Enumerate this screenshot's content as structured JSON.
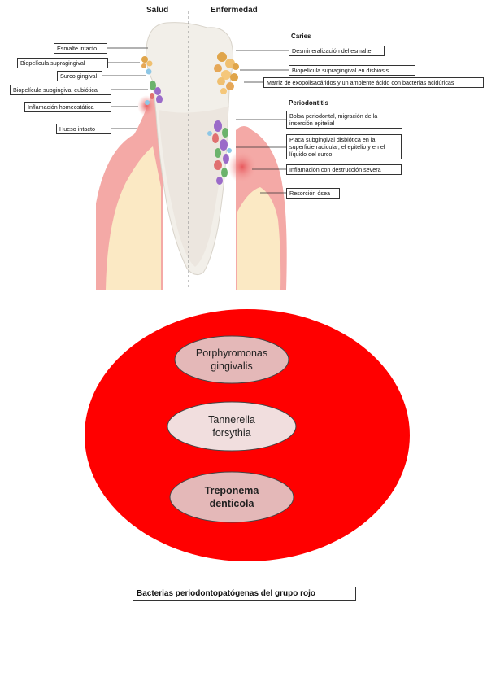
{
  "headers": {
    "left": "Salud",
    "right": "Enfermedad"
  },
  "left_labels": [
    "Esmalte intacto",
    "Biopelícula supragingival",
    "Surco gingival",
    "Biopelícula subgingival eubiótica",
    "Inflamación homeostática",
    "Hueso intacto"
  ],
  "caries": {
    "title": "Caries",
    "labels": [
      "Desmineralización del esmalte",
      "Biopelícula supragingival en disbiosis",
      "Matriz de exopolisacáridos y un ambiente ácido con bacterias acidúricas"
    ]
  },
  "periodontitis": {
    "title": "Periodontitis",
    "labels": [
      "Bolsa periodontal, migración de la inserción epitelial",
      "Placa subgingival disbiótica en la superficie radicular, el epitelio y en el líquido del surco",
      "Inflamación con destrucción severa",
      "Resorción ósea"
    ]
  },
  "red_complex": {
    "bacteria": [
      {
        "name": "Porphyromonas gingivalis",
        "bold": false
      },
      {
        "name": "Tannerella forsythia",
        "bold": false
      },
      {
        "name": "Treponema denticola",
        "bold": true
      }
    ],
    "caption": "Bacterias periodontopatógenas del grupo rojo"
  },
  "colors": {
    "gum": "#f4a9a6",
    "bone": "#fbe9c4",
    "tooth": "#f2efe9",
    "red_circle": "#ff0000",
    "oval_fill": "#e4b8b8",
    "oval_center_fill": "#f1dede"
  }
}
